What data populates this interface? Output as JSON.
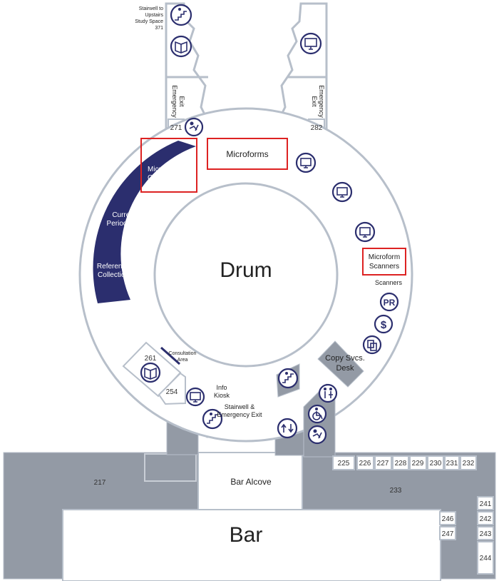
{
  "labels": {
    "drum": "Drum",
    "bar": "Bar",
    "bar_alcove": "Bar Alcove",
    "microforms": "Microforms",
    "microprint_line1": "Microprint",
    "microprint_line2": "Collection",
    "current_line1": "Current",
    "current_line2": "Periodicals",
    "reference_line1": "Reference",
    "reference_line2": "Collection",
    "microform_scanners_line1": "Microform",
    "microform_scanners_line2": "Scanners",
    "scanners": "Scanners",
    "copy_line1": "Copy Svcs.",
    "copy_line2": "Desk",
    "consultation_line1": "Consultation",
    "consultation_line2": "Area",
    "info_line1": "Info",
    "info_line2": "Kiosk",
    "stairwell_exit_line1": "Stairwell &",
    "stairwell_exit_line2": "Emergency Exit",
    "stair_upstairs_line1": "Stairwell to",
    "stair_upstairs_line2": "Upstairs",
    "stair_upstairs_line3": "Study Space",
    "stair_upstairs_line4": "371",
    "emergency_left_line1": "Emergency",
    "emergency_left_line2": "Exit",
    "emergency_right_line1": "Emergency",
    "emergency_right_line2": "Exit",
    "pr_text": "PR",
    "dollar_text": "$"
  },
  "rooms": {
    "r271": "271",
    "r282": "282",
    "r261": "261",
    "r254": "254",
    "r217": "217",
    "r233": "233",
    "r225": "225",
    "r226": "226",
    "r227": "227",
    "r228": "228",
    "r229": "229",
    "r230": "230",
    "r231": "231",
    "r232": "232",
    "r241": "241",
    "r242": "242",
    "r243": "243",
    "r244": "244",
    "r246": "246",
    "r247": "247"
  },
  "colors": {
    "wall": "#b7bfca",
    "gray_fill": "#939aa5",
    "collection_navy": "#2b2e6e",
    "icon_navy": "#2b2e6e",
    "highlight_red": "#dd2222"
  },
  "icons": [
    "stairs-icon",
    "book-icon",
    "computer-icon",
    "accessible-service-icon",
    "restroom-icon",
    "wheelchair-icon",
    "elevator-icon",
    "copy-icon",
    "dollar-icon",
    "pr-icon"
  ]
}
